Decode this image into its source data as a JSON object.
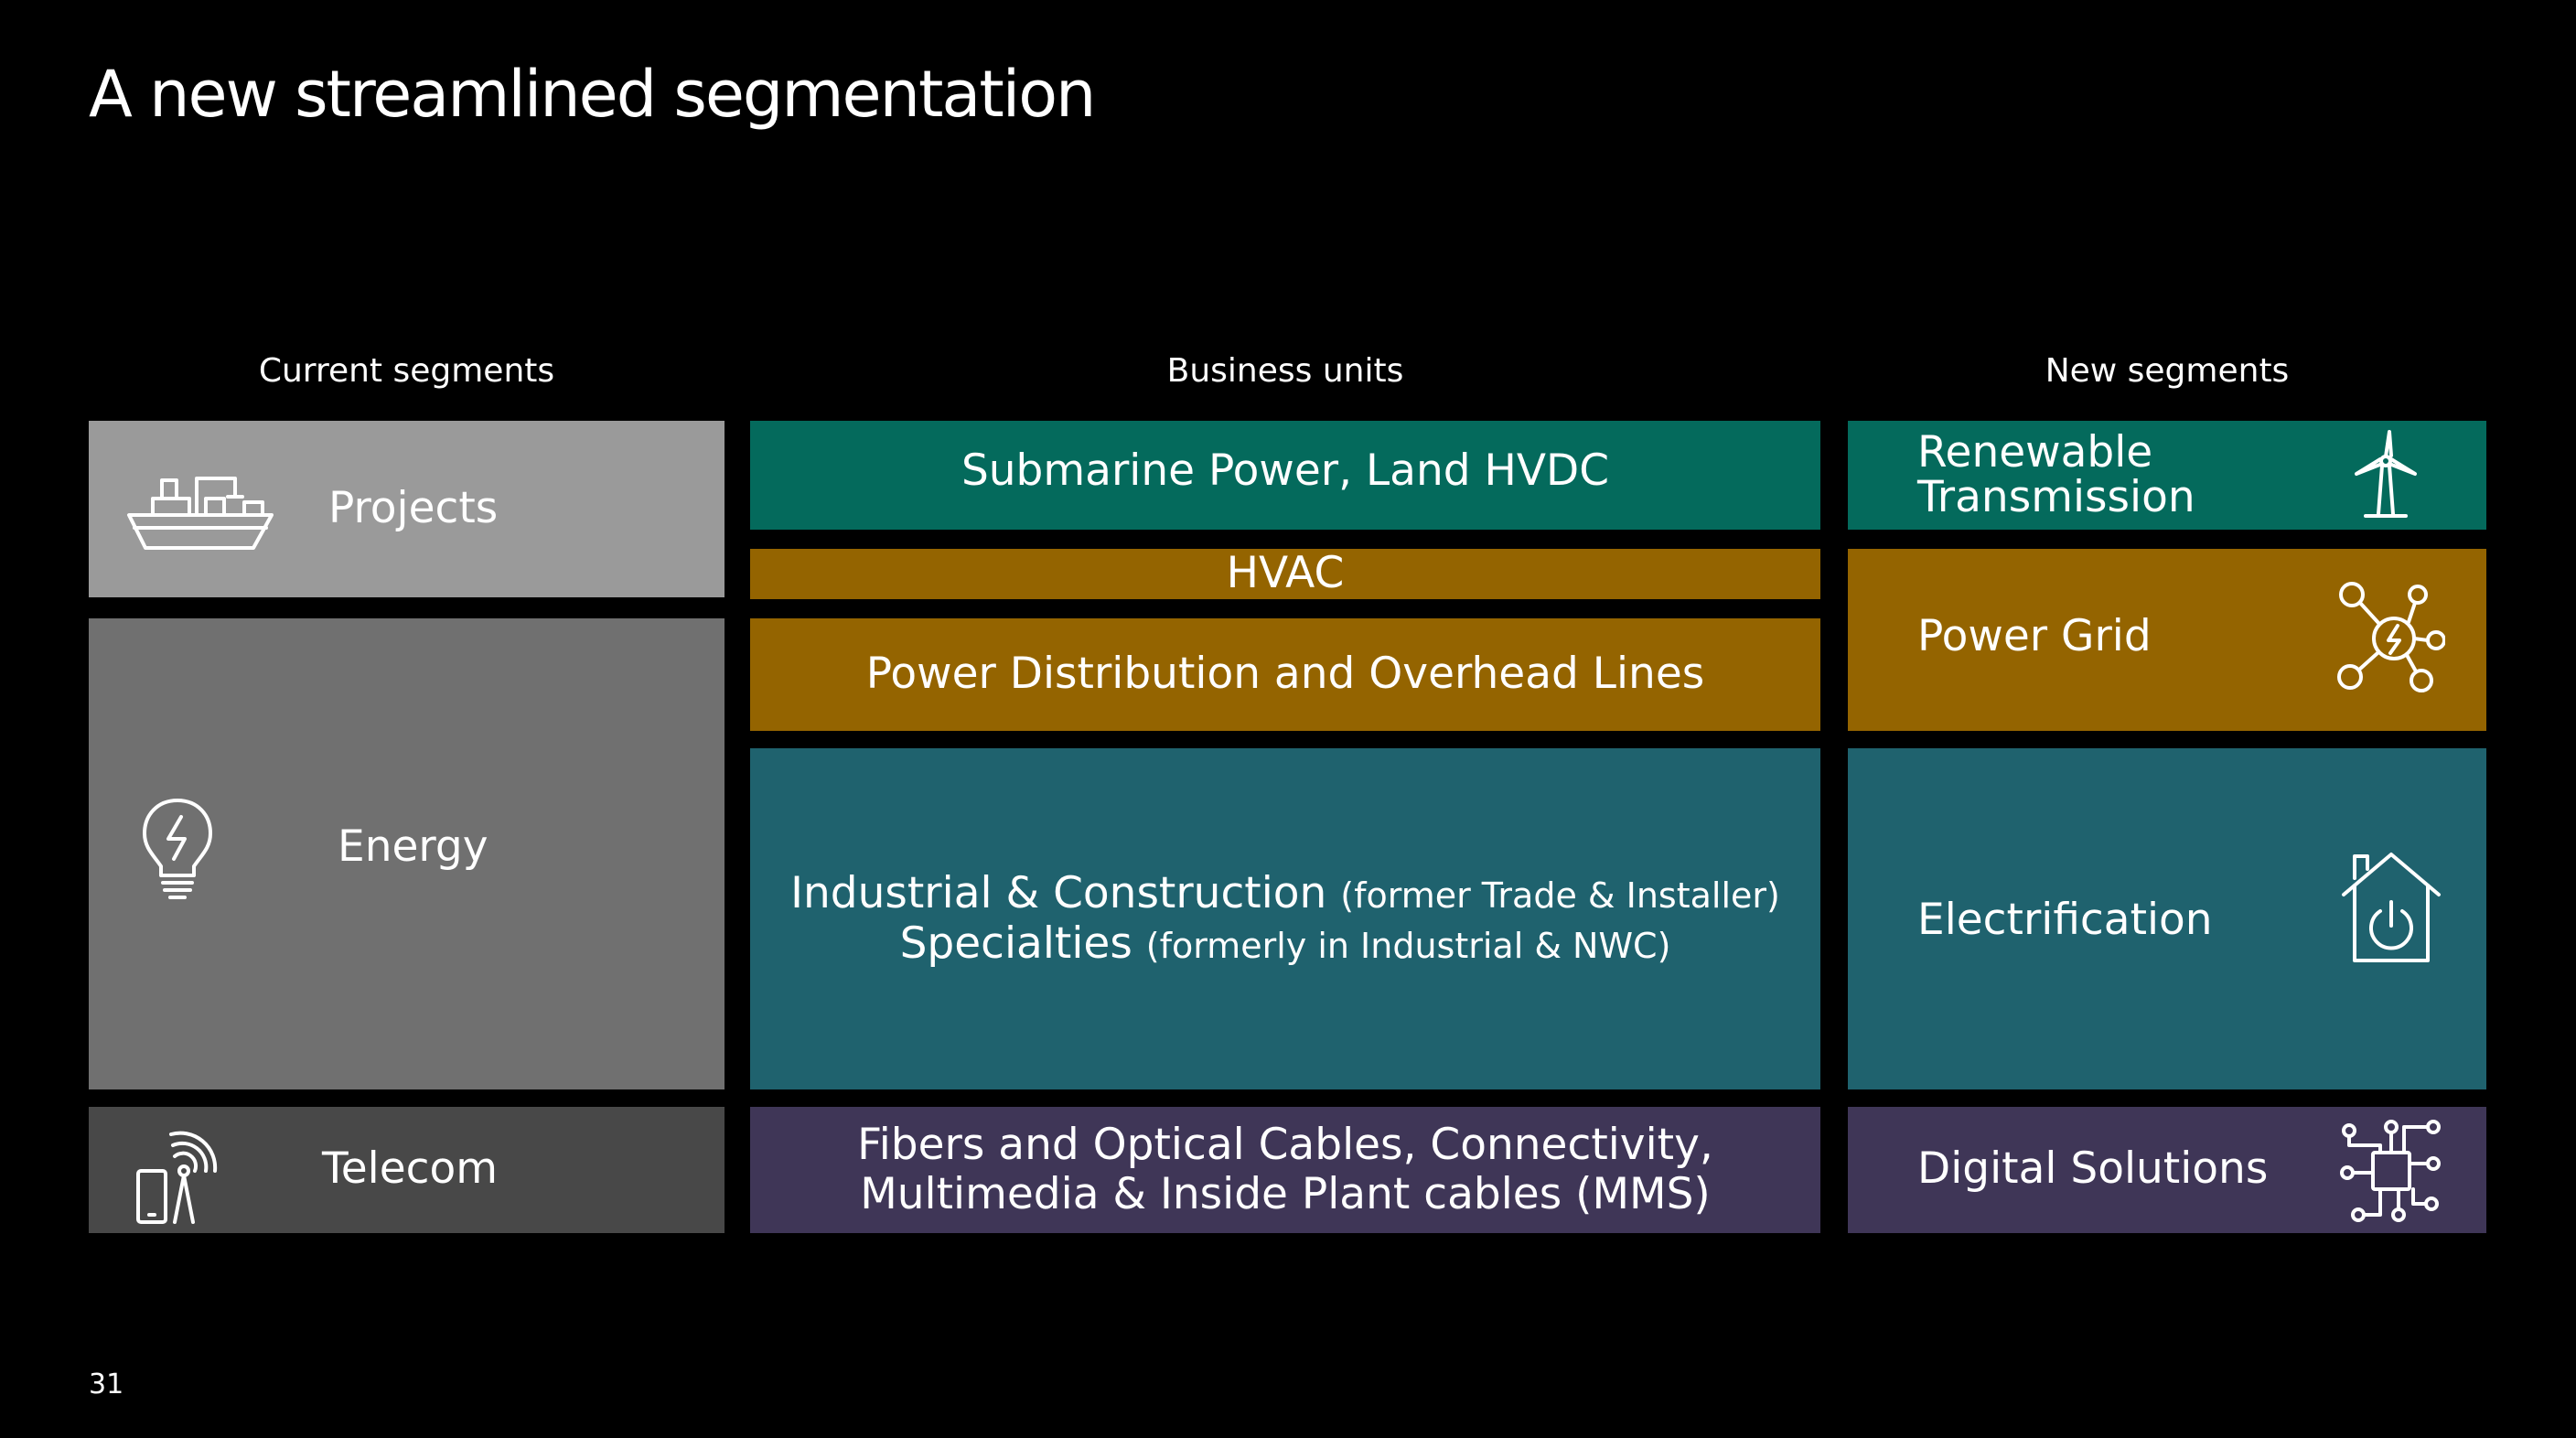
{
  "title": "A new streamlined segmentation",
  "page_number": "31",
  "columns": {
    "current": "Current segments",
    "business": "Business units",
    "new": "New segments"
  },
  "current_segments": [
    {
      "label": "Projects",
      "icon": "ship-icon",
      "color": "#9a9a9a"
    },
    {
      "label": "Energy",
      "icon": "lightbulb-icon",
      "color": "#707070"
    },
    {
      "label": "Telecom",
      "icon": "antenna-phone-icon",
      "color": "#484848"
    }
  ],
  "business_units": [
    {
      "label": "Submarine Power, Land HVDC",
      "color": "#046a5c"
    },
    {
      "label": "HVAC",
      "color": "#946400"
    },
    {
      "label": "Power Distribution and Overhead Lines",
      "color": "#946400"
    },
    {
      "line1_main": "Industrial & Construction",
      "line1_sub": "(former Trade & Installer)",
      "line2_main": "Specialties",
      "line2_sub": "(formerly in Industrial & NWC)",
      "color": "#1f626e"
    },
    {
      "line1": "Fibers and Optical Cables, Connectivity,",
      "line2": "Multimedia & Inside Plant cables (MMS)",
      "color": "#3f3657"
    }
  ],
  "new_segments": [
    {
      "line1": "Renewable",
      "line2": "Transmission",
      "icon": "wind-turbine-icon",
      "color": "#046a5c"
    },
    {
      "label": "Power Grid",
      "icon": "grid-network-icon",
      "color": "#946400"
    },
    {
      "label": "Electrification",
      "icon": "smart-home-icon",
      "color": "#1f626e"
    },
    {
      "label": "Digital Solutions",
      "icon": "chip-icon",
      "color": "#3f3657"
    }
  ]
}
